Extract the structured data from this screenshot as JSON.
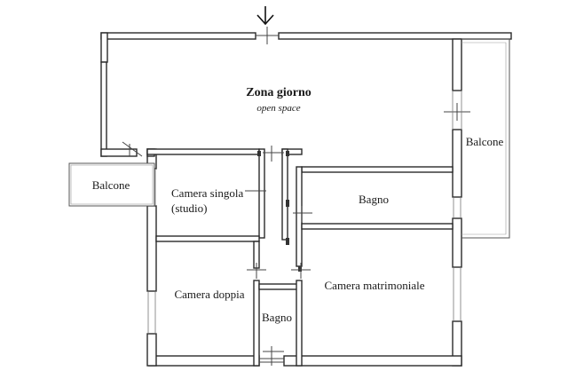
{
  "rooms": {
    "living": {
      "name": "Zona giorno",
      "subtitle": "open space"
    },
    "balcony_left": {
      "name": "Balcone"
    },
    "balcony_right": {
      "name": "Balcone"
    },
    "single_room": {
      "name_line1": "Camera singola",
      "name_line2": "(studio)"
    },
    "bath_upper": {
      "name": "Bagno"
    },
    "double_room": {
      "name": "Camera doppia"
    },
    "bath_lower": {
      "name": "Bagno"
    },
    "master_room": {
      "name": "Camera matrimoniale"
    }
  },
  "icons": {
    "entrance": "down-arrow-icon"
  }
}
